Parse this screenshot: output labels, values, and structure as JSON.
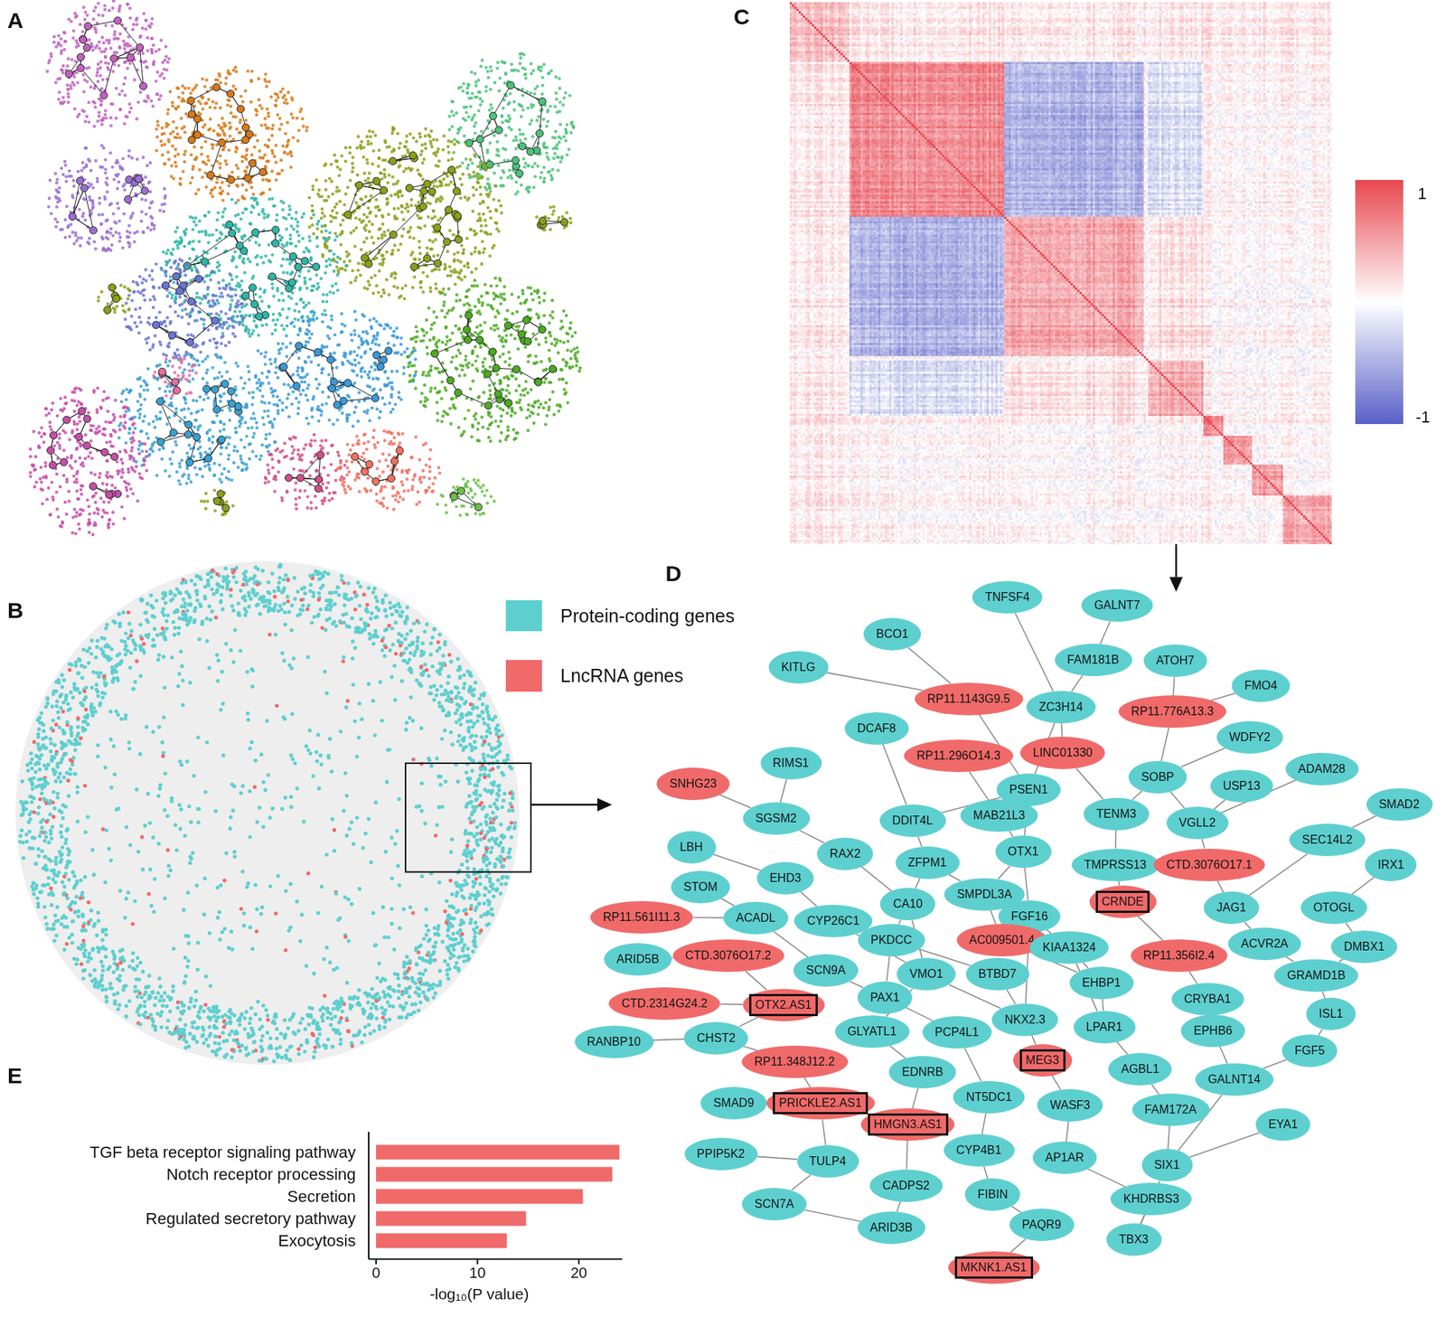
{
  "diagram": {
    "nodes": [
      {
        "text": [
          "TNFSF4"
        ]
      },
      {
        "text": [
          "GALNT7"
        ]
      },
      {
        "text": [
          "BCO1"
        ]
      },
      {
        "text": [
          "FAM181B"
        ]
      },
      {
        "text": [
          "ATOH7"
        ]
      },
      {
        "text": [
          "KITLG"
        ]
      },
      {
        "text": [
          "RP11.1143G9.5"
        ]
      },
      {
        "text": [
          "ZC3H14"
        ]
      },
      {
        "text": [
          "RP11.776A13.3"
        ]
      },
      {
        "text": [
          "FMO4"
        ]
      },
      {
        "text": [
          "DCAF8"
        ]
      },
      {
        "text": [
          "WDFY2"
        ]
      },
      {
        "text": [
          "RP11.296O14.3"
        ]
      },
      {
        "text": [
          "LINC01330"
        ]
      },
      {
        "text": [
          "RIMS1"
        ]
      },
      {
        "text": [
          "SOBP"
        ]
      },
      {
        "text": [
          "ADAM28"
        ]
      },
      {
        "text": [
          "SNHG23"
        ]
      },
      {
        "text": [
          "PSEN1"
        ]
      },
      {
        "text": [
          "USP13"
        ]
      },
      {
        "text": [
          "SMAD2"
        ]
      },
      {
        "text": [
          "SGSM2"
        ]
      },
      {
        "text": [
          "DDIT4L"
        ]
      },
      {
        "text": [
          "MAB21L3"
        ]
      },
      {
        "text": [
          "TENM3"
        ]
      },
      {
        "text": [
          "VGLL2"
        ]
      },
      {
        "text": [
          "LBH"
        ]
      },
      {
        "text": [
          "RAX2"
        ]
      },
      {
        "text": [
          "ZFPM1"
        ]
      },
      {
        "text": [
          "OTX1"
        ]
      },
      {
        "text": [
          "TMPRSS13"
        ]
      },
      {
        "text": [
          "CTD.3076O17.1"
        ]
      },
      {
        "text": [
          "SEC14L2"
        ]
      },
      {
        "text": [
          "IRX1"
        ]
      },
      {
        "text": [
          "STOM"
        ]
      },
      {
        "text": [
          "EHD3"
        ]
      },
      {
        "text": [
          "CA10"
        ]
      },
      {
        "text": [
          "SMPDL3A"
        ]
      },
      {
        "text": [
          "FGF16"
        ]
      },
      {
        "text": [
          "CRNDE"
        ]
      },
      {
        "text": [
          "JAG1"
        ]
      },
      {
        "text": [
          "OTOGL"
        ]
      },
      {
        "text": [
          "RP11.561I11.3"
        ]
      },
      {
        "text": [
          "ACADL"
        ]
      },
      {
        "text": [
          "CYP26C1"
        ]
      },
      {
        "text": [
          "PKDCC"
        ]
      },
      {
        "text": [
          "AC009501.4"
        ]
      },
      {
        "text": [
          "KIAA1324"
        ]
      },
      {
        "text": [
          "RP11.356I2.4"
        ]
      },
      {
        "text": [
          "ACVR2A"
        ]
      },
      {
        "text": [
          "DMBX1"
        ]
      },
      {
        "text": [
          "ARID5B"
        ]
      },
      {
        "text": [
          "CTD.3076O17.2"
        ]
      },
      {
        "text": [
          "SCN9A"
        ]
      },
      {
        "text": [
          "VMO1"
        ]
      },
      {
        "text": [
          "BTBD7"
        ]
      },
      {
        "text": [
          "EHBP1"
        ]
      },
      {
        "text": [
          "GRAMD1B"
        ]
      },
      {
        "text": [
          "CTD.2314G24.2"
        ]
      },
      {
        "text": [
          "OTX2.AS1"
        ]
      },
      {
        "text": [
          "PAX1"
        ]
      },
      {
        "text": [
          "CRYBA1"
        ]
      },
      {
        "text": [
          "ISL1"
        ]
      },
      {
        "text": [
          "NKX2.3"
        ]
      },
      {
        "text": [
          "LPAR1"
        ]
      },
      {
        "text": [
          "GLYATL1"
        ]
      },
      {
        "text": [
          "PCP4L1"
        ]
      },
      {
        "text": [
          "EPHB6"
        ]
      },
      {
        "text": [
          "RANBP10"
        ]
      },
      {
        "text": [
          "CHST2"
        ]
      },
      {
        "text": [
          "FGF5"
        ]
      },
      {
        "text": [
          "MEG3"
        ]
      },
      {
        "text": [
          "RP11.348J12.2"
        ]
      },
      {
        "text": [
          "AGBL1"
        ]
      },
      {
        "text": [
          "EDNRB"
        ]
      },
      {
        "text": [
          "GALNT14"
        ]
      },
      {
        "text": [
          "NT5DC1"
        ]
      },
      {
        "text": [
          "SMAD9"
        ]
      },
      {
        "text": [
          "PRICKLE2.AS1"
        ]
      },
      {
        "text": [
          "WASF3"
        ]
      },
      {
        "text": [
          "FAM172A"
        ]
      },
      {
        "text": [
          "EYA1"
        ]
      },
      {
        "text": [
          "HMGN3.AS1"
        ]
      },
      {
        "text": [
          "CYP4B1"
        ]
      },
      {
        "text": [
          "PPIP5K2"
        ]
      },
      {
        "text": [
          "AP1AR"
        ]
      },
      {
        "text": [
          "SIX1"
        ]
      },
      {
        "text": [
          "TULP4"
        ]
      },
      {
        "text": [
          "CADPS2"
        ]
      },
      {
        "text": [
          "KHDRBS3"
        ]
      },
      {
        "text": [
          "FIBIN"
        ]
      },
      {
        "text": [
          "SCN7A"
        ]
      },
      {
        "text": [
          "ARID3B"
        ]
      },
      {
        "text": [
          "PAQR9"
        ]
      },
      {
        "text": [
          "TBX3"
        ]
      },
      {
        "text": [
          "MKNK1.AS1"
        ]
      }
    ],
    "edges": [
      {
        "from": 0,
        "to": 7,
        "arrow": "none"
      },
      {
        "from": 1,
        "to": 3,
        "arrow": "none"
      },
      {
        "from": 3,
        "to": 7,
        "arrow": "none"
      },
      {
        "from": 2,
        "to": 6,
        "arrow": "none"
      },
      {
        "from": 5,
        "to": 6,
        "arrow": "none"
      },
      {
        "from": 4,
        "to": 8,
        "arrow": "none"
      },
      {
        "from": 6,
        "to": 18,
        "arrow": "none"
      },
      {
        "from": 7,
        "to": 18,
        "arrow": "none"
      },
      {
        "from": 7,
        "to": 13,
        "arrow": "none"
      },
      {
        "from": 8,
        "to": 15,
        "arrow": "none"
      },
      {
        "from": 9,
        "to": 8,
        "arrow": "none"
      },
      {
        "from": 10,
        "to": 22,
        "arrow": "none"
      },
      {
        "from": 11,
        "to": 15,
        "arrow": "none"
      },
      {
        "from": 12,
        "to": 23,
        "arrow": "none"
      },
      {
        "from": 13,
        "to": 24,
        "arrow": "none"
      },
      {
        "from": 14,
        "to": 21,
        "arrow": "none"
      },
      {
        "from": 15,
        "to": 25,
        "arrow": "none"
      },
      {
        "from": 16,
        "to": 25,
        "arrow": "none"
      },
      {
        "from": 17,
        "to": 21,
        "arrow": "none"
      },
      {
        "from": 18,
        "to": 29,
        "arrow": "none"
      },
      {
        "from": 19,
        "to": 25,
        "arrow": "none"
      },
      {
        "from": 20,
        "to": 32,
        "arrow": "none"
      },
      {
        "from": 21,
        "to": 27,
        "arrow": "none"
      },
      {
        "from": 22,
        "to": 28,
        "arrow": "none"
      },
      {
        "from": 23,
        "to": 29,
        "arrow": "none"
      },
      {
        "from": 24,
        "to": 30,
        "arrow": "none"
      },
      {
        "from": 25,
        "to": 31,
        "arrow": "none"
      },
      {
        "from": 26,
        "to": 35,
        "arrow": "none"
      },
      {
        "from": 27,
        "to": 36,
        "arrow": "none"
      },
      {
        "from": 28,
        "to": 37,
        "arrow": "none"
      },
      {
        "from": 29,
        "to": 38,
        "arrow": "none"
      },
      {
        "from": 30,
        "to": 39,
        "arrow": "none"
      },
      {
        "from": 31,
        "to": 40,
        "arrow": "none"
      },
      {
        "from": 32,
        "to": 40,
        "arrow": "none"
      },
      {
        "from": 33,
        "to": 41,
        "arrow": "none"
      },
      {
        "from": 34,
        "to": 43,
        "arrow": "none"
      },
      {
        "from": 35,
        "to": 44,
        "arrow": "none"
      },
      {
        "from": 36,
        "to": 45,
        "arrow": "none"
      },
      {
        "from": 37,
        "to": 46,
        "arrow": "none"
      },
      {
        "from": 38,
        "to": 47,
        "arrow": "none"
      },
      {
        "from": 39,
        "to": 48,
        "arrow": "none"
      },
      {
        "from": 40,
        "to": 49,
        "arrow": "none"
      },
      {
        "from": 41,
        "to": 50,
        "arrow": "none"
      },
      {
        "from": 42,
        "to": 43,
        "arrow": "none"
      },
      {
        "from": 43,
        "to": 53,
        "arrow": "none"
      },
      {
        "from": 44,
        "to": 54,
        "arrow": "none"
      },
      {
        "from": 45,
        "to": 55,
        "arrow": "none"
      },
      {
        "from": 46,
        "to": 56,
        "arrow": "none"
      },
      {
        "from": 47,
        "to": 64,
        "arrow": "none"
      },
      {
        "from": 48,
        "to": 61,
        "arrow": "none"
      },
      {
        "from": 49,
        "to": 57,
        "arrow": "none"
      },
      {
        "from": 50,
        "to": 57,
        "arrow": "none"
      },
      {
        "from": 51,
        "to": 52,
        "arrow": "none"
      },
      {
        "from": 52,
        "to": 59,
        "arrow": "none"
      },
      {
        "from": 53,
        "to": 60,
        "arrow": "none"
      },
      {
        "from": 54,
        "to": 65,
        "arrow": "none"
      },
      {
        "from": 55,
        "to": 63,
        "arrow": "none"
      },
      {
        "from": 56,
        "to": 64,
        "arrow": "none"
      },
      {
        "from": 57,
        "to": 62,
        "arrow": "none"
      },
      {
        "from": 58,
        "to": 59,
        "arrow": "none"
      },
      {
        "from": 59,
        "to": 69,
        "arrow": "none"
      },
      {
        "from": 60,
        "to": 66,
        "arrow": "none"
      },
      {
        "from": 61,
        "to": 67,
        "arrow": "none"
      },
      {
        "from": 62,
        "to": 70,
        "arrow": "none"
      },
      {
        "from": 63,
        "to": 71,
        "arrow": "none"
      },
      {
        "from": 64,
        "to": 73,
        "arrow": "none"
      },
      {
        "from": 65,
        "to": 74,
        "arrow": "none"
      },
      {
        "from": 66,
        "to": 76,
        "arrow": "none"
      },
      {
        "from": 67,
        "to": 75,
        "arrow": "none"
      },
      {
        "from": 68,
        "to": 69,
        "arrow": "none"
      },
      {
        "from": 69,
        "to": 72,
        "arrow": "none"
      },
      {
        "from": 70,
        "to": 75,
        "arrow": "none"
      },
      {
        "from": 71,
        "to": 79,
        "arrow": "none"
      },
      {
        "from": 72,
        "to": 78,
        "arrow": "none"
      },
      {
        "from": 73,
        "to": 80,
        "arrow": "none"
      },
      {
        "from": 74,
        "to": 82,
        "arrow": "none"
      },
      {
        "from": 75,
        "to": 86,
        "arrow": "none"
      },
      {
        "from": 76,
        "to": 83,
        "arrow": "none"
      },
      {
        "from": 77,
        "to": 78,
        "arrow": "none"
      },
      {
        "from": 78,
        "to": 87,
        "arrow": "none"
      },
      {
        "from": 79,
        "to": 85,
        "arrow": "none"
      },
      {
        "from": 80,
        "to": 86,
        "arrow": "none"
      },
      {
        "from": 81,
        "to": 86,
        "arrow": "none"
      },
      {
        "from": 82,
        "to": 88,
        "arrow": "none"
      },
      {
        "from": 83,
        "to": 90,
        "arrow": "none"
      },
      {
        "from": 84,
        "to": 87,
        "arrow": "none"
      },
      {
        "from": 85,
        "to": 89,
        "arrow": "none"
      },
      {
        "from": 86,
        "to": 94,
        "arrow": "none"
      },
      {
        "from": 87,
        "to": 91,
        "arrow": "none"
      },
      {
        "from": 88,
        "to": 92,
        "arrow": "none"
      },
      {
        "from": 89,
        "to": 94,
        "arrow": "none"
      },
      {
        "from": 90,
        "to": 93,
        "arrow": "none"
      },
      {
        "from": 91,
        "to": 92,
        "arrow": "none"
      },
      {
        "from": 93,
        "to": 95,
        "arrow": "none"
      },
      {
        "from": 36,
        "to": 54,
        "arrow": "none"
      },
      {
        "from": 37,
        "to": 29,
        "arrow": "none"
      },
      {
        "from": 45,
        "to": 60,
        "arrow": "none"
      },
      {
        "from": 38,
        "to": 63,
        "arrow": "none"
      },
      {
        "from": 47,
        "to": 56,
        "arrow": "none"
      },
      {
        "from": 54,
        "to": 63,
        "arrow": "none"
      },
      {
        "from": 28,
        "to": 36,
        "arrow": "none"
      },
      {
        "from": 22,
        "to": 18,
        "arrow": "none"
      },
      {
        "from": 24,
        "to": 15,
        "arrow": "none"
      }
    ],
    "labels": [
      "A",
      "C",
      "B",
      "D",
      "E",
      "1",
      "-1",
      "TGF beta receptor signaling pathway",
      "Notch receptor processing",
      "Secretion",
      "Regulated secretory pathway",
      "Exocytosis",
      "0",
      "10",
      "20",
      "-log₁₀(P value)"
    ],
    "legend": [
      {
        "text": "Protein-coding genes",
        "color": "#5ecfcf"
      },
      {
        "text": "LncRNA genes",
        "color": "#f06a6a"
      }
    ]
  }
}
